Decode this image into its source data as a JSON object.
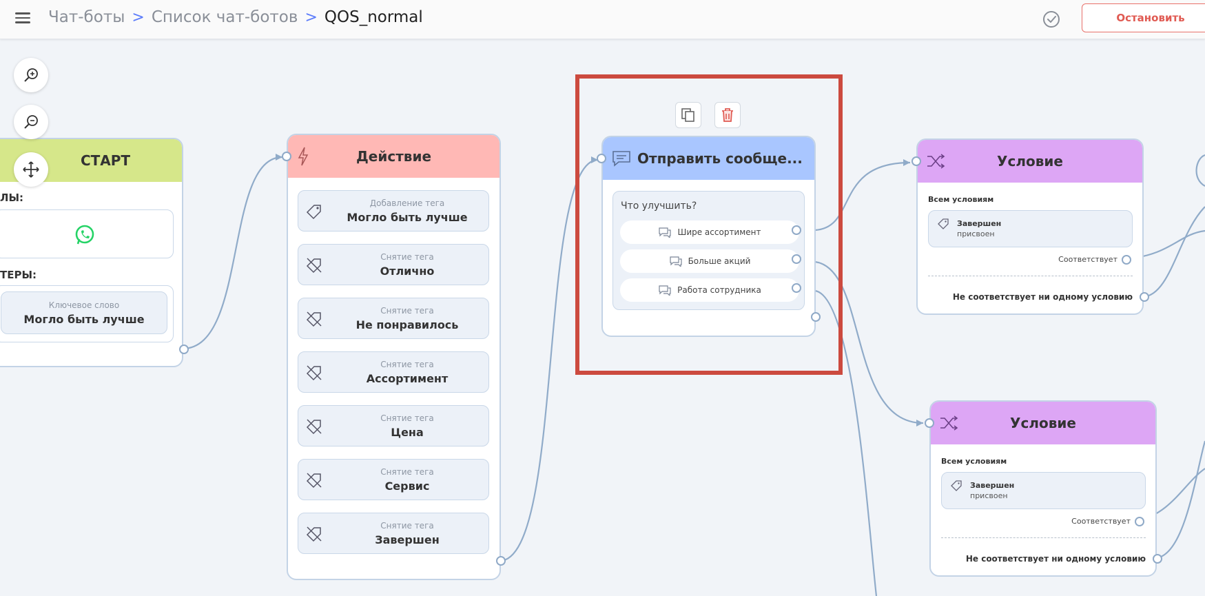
{
  "breadcrumb": {
    "items": [
      "Чат-боты",
      "Список чат-ботов"
    ],
    "separator": ">",
    "current": "QOS_normal"
  },
  "header": {
    "stop_label": "Остановить"
  },
  "zoom": {
    "in_icon": "zoom-in-icon",
    "out_icon": "zoom-out-icon",
    "move_icon": "move-icon"
  },
  "start_node": {
    "title": "СТАРТ",
    "channels_label": "ЛЫ:",
    "channel_icon": "whatsapp-icon",
    "triggers_label": "ТЕРЫ:",
    "trigger_sub": "Ключевое слово",
    "trigger_value": "Могло быть лучше"
  },
  "action_node": {
    "title": "Действие",
    "items": [
      {
        "sub": "Добавление тега",
        "main": "Могло быть лучше"
      },
      {
        "sub": "Снятие тега",
        "main": "Отлично"
      },
      {
        "sub": "Снятие тега",
        "main": "Не понравилось"
      },
      {
        "sub": "Снятие тега",
        "main": "Ассортимент"
      },
      {
        "sub": "Снятие тега",
        "main": "Цена"
      },
      {
        "sub": "Снятие тега",
        "main": "Сервис"
      },
      {
        "sub": "Снятие тега",
        "main": "Завершен"
      }
    ]
  },
  "send_node": {
    "title": "Отправить сообще...",
    "question": "Что улучшить?",
    "options": [
      "Шире ассортимент",
      "Больше акций",
      "Работа сотрудника"
    ]
  },
  "condition_nodes": [
    {
      "title": "Условие",
      "all_label": "Всем условиям",
      "tag_name": "Завершен",
      "tag_state": "присвоен",
      "match_label": "Соответствует",
      "nomatch_label": "Не соответствует ни одному условию"
    },
    {
      "title": "Условие",
      "all_label": "Всем условиям",
      "tag_name": "Завершен",
      "tag_state": "присвоен",
      "match_label": "Соответствует",
      "nomatch_label": "Не соответствует ни одному условию"
    }
  ],
  "colors": {
    "start": "#d6e78a",
    "action": "#ffb8b5",
    "send": "#a9c6ff",
    "condition": "#dda6f5",
    "stop": "#e05a52",
    "highlight": "#cc4a3f",
    "whatsapp": "#25d366"
  }
}
